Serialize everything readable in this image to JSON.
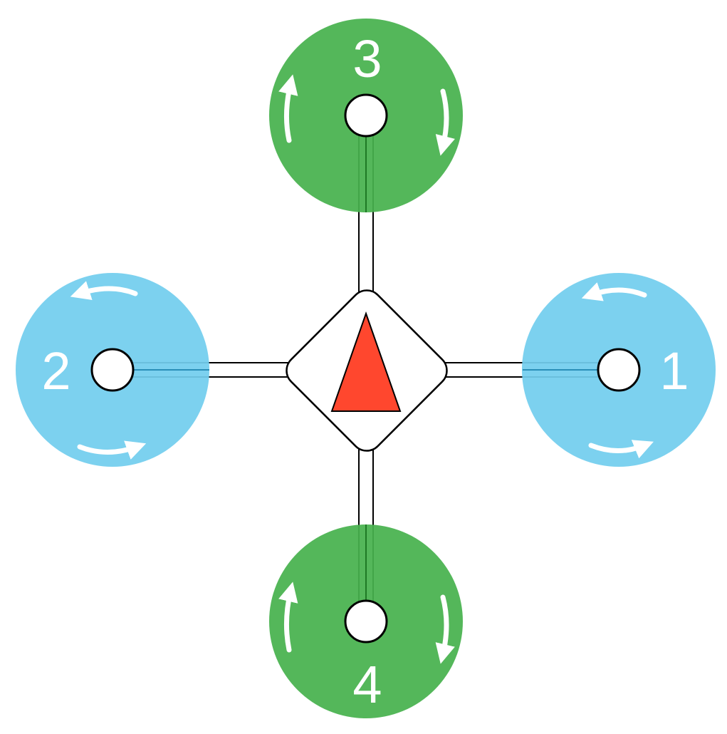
{
  "colors": {
    "motor_cw": "#72cdee",
    "motor_ccw": "#47b14d",
    "arrow": "#ffffff",
    "heading": "#ff472e",
    "frame_outline": "#000000",
    "frame_fill": "#ffffff"
  },
  "motors": [
    {
      "id": "motor-1",
      "label": "1"
    },
    {
      "id": "motor-2",
      "label": "2"
    },
    {
      "id": "motor-3",
      "label": "3"
    },
    {
      "id": "motor-4",
      "label": "4"
    }
  ],
  "icons": {
    "heading": "triangle-arrow-icon",
    "rotation": "curved-arrow-icon"
  }
}
